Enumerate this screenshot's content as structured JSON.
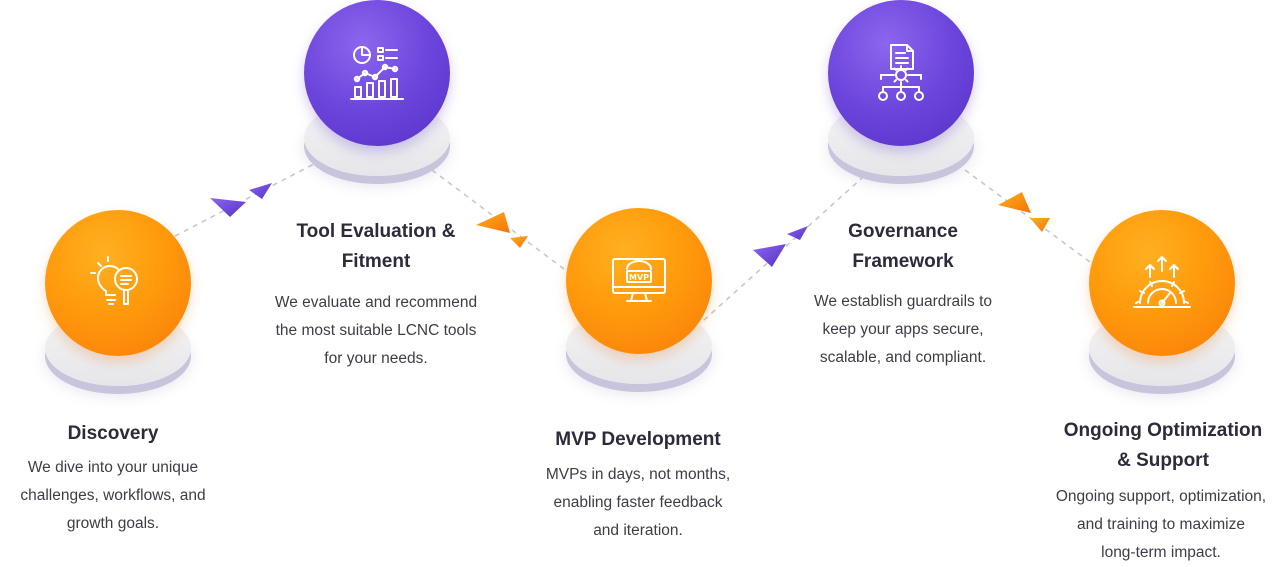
{
  "steps": [
    {
      "title_lines": [
        "Discovery"
      ],
      "desc_lines": [
        "We dive into your unique",
        "challenges, workflows, and",
        "growth goals."
      ],
      "color": "orange",
      "icon": "lightbulb-magnifier-icon"
    },
    {
      "title_lines": [
        "Tool Evaluation &",
        "Fitment"
      ],
      "desc_lines": [
        "We evaluate and recommend",
        "the most suitable LCNC tools",
        "for your needs."
      ],
      "color": "purple",
      "icon": "analytics-chart-icon"
    },
    {
      "title_lines": [
        "MVP Development"
      ],
      "desc_lines": [
        "MVPs in days, not months,",
        "enabling faster feedback",
        "and iteration."
      ],
      "color": "orange",
      "icon": "mvp-monitor-icon",
      "icon_text": "MVP"
    },
    {
      "title_lines": [
        "Governance",
        "Framework"
      ],
      "desc_lines": [
        "We establish guardrails to",
        "keep your apps secure,",
        "scalable, and compliant."
      ],
      "color": "purple",
      "icon": "document-gear-network-icon"
    },
    {
      "title_lines": [
        "Ongoing Optimization",
        "& Support"
      ],
      "desc_lines": [
        "Ongoing support, optimization,",
        "and training to maximize",
        "long-term impact."
      ],
      "color": "orange",
      "icon": "growth-gear-arrows-icon"
    }
  ],
  "colors": {
    "orange": "#ff9a0c",
    "purple": "#6c45dc",
    "connector": "#c8c8c8",
    "title": "#2b2b3a",
    "text": "#3d3d48"
  }
}
